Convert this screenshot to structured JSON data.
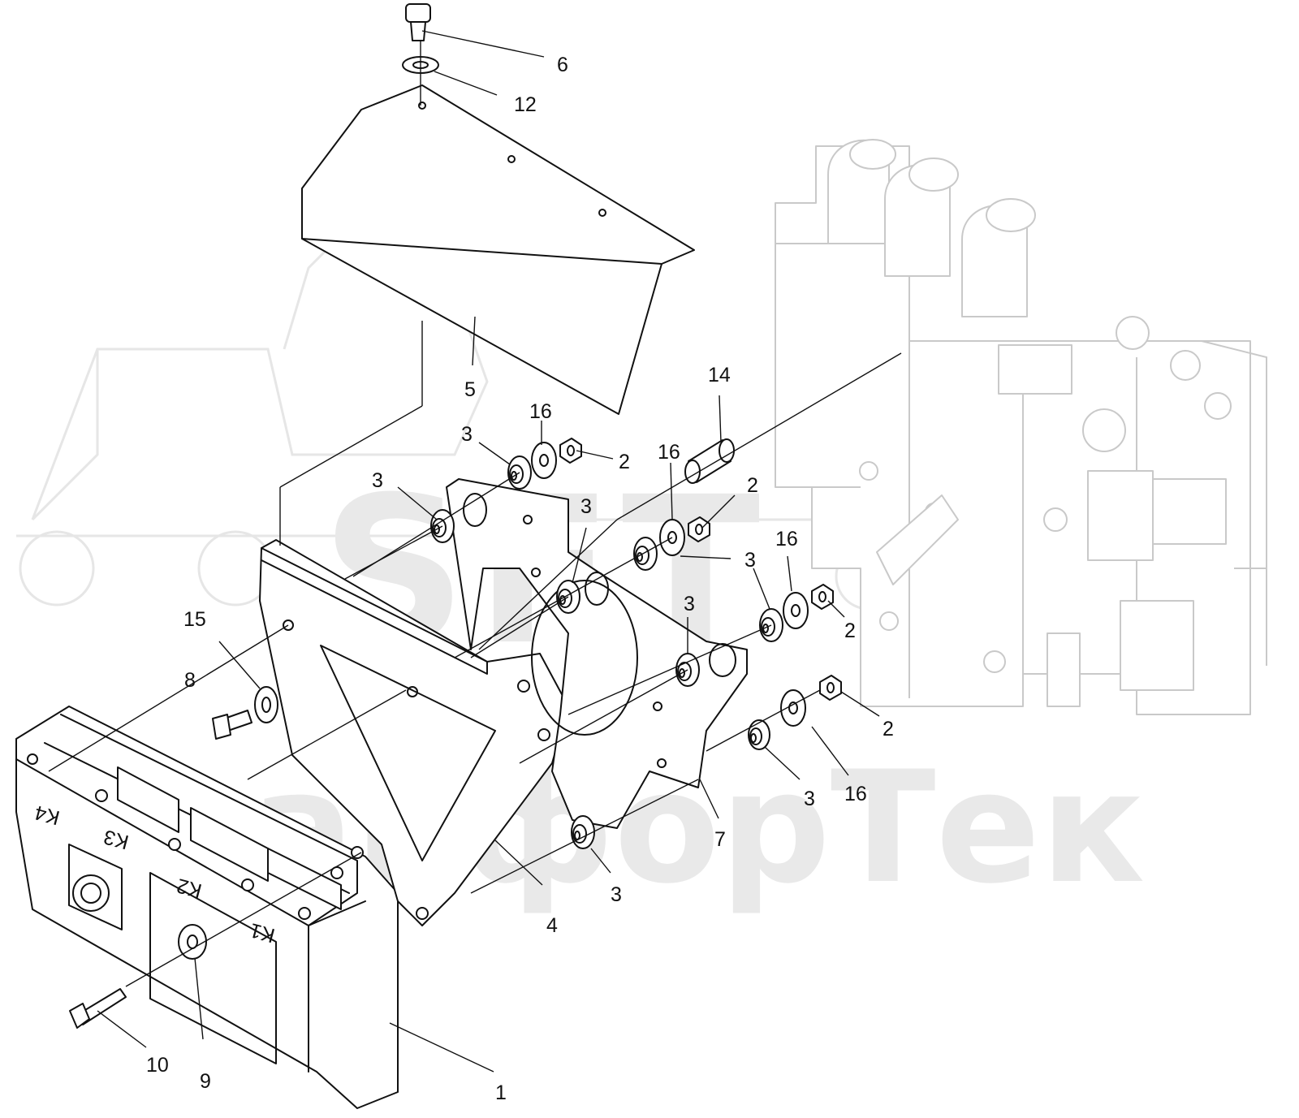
{
  "watermark": {
    "logo_text": "SFT",
    "company_text": "СканфорТек"
  },
  "module_labels": [
    "K4",
    "K3",
    "K2",
    "K1"
  ],
  "callouts": [
    {
      "id": "c6",
      "text": "6"
    },
    {
      "id": "c12",
      "text": "12"
    },
    {
      "id": "c5",
      "text": "5"
    },
    {
      "id": "c14",
      "text": "14"
    },
    {
      "id": "c16a",
      "text": "16"
    },
    {
      "id": "c3a",
      "text": "3"
    },
    {
      "id": "c2a",
      "text": "2"
    },
    {
      "id": "c16b",
      "text": "16"
    },
    {
      "id": "c3b",
      "text": "3"
    },
    {
      "id": "c2b",
      "text": "2"
    },
    {
      "id": "c3c",
      "text": "3"
    },
    {
      "id": "c16c",
      "text": "16"
    },
    {
      "id": "c3d",
      "text": "3"
    },
    {
      "id": "c2c",
      "text": "2"
    },
    {
      "id": "c15",
      "text": "15"
    },
    {
      "id": "c3e",
      "text": "3"
    },
    {
      "id": "c8",
      "text": "8"
    },
    {
      "id": "c2d",
      "text": "2"
    },
    {
      "id": "c3f",
      "text": "3"
    },
    {
      "id": "c16d",
      "text": "16"
    },
    {
      "id": "c7",
      "text": "7"
    },
    {
      "id": "c3g",
      "text": "3"
    },
    {
      "id": "c4",
      "text": "4"
    },
    {
      "id": "c10",
      "text": "10"
    },
    {
      "id": "c9",
      "text": "9"
    },
    {
      "id": "c1",
      "text": "1"
    }
  ]
}
